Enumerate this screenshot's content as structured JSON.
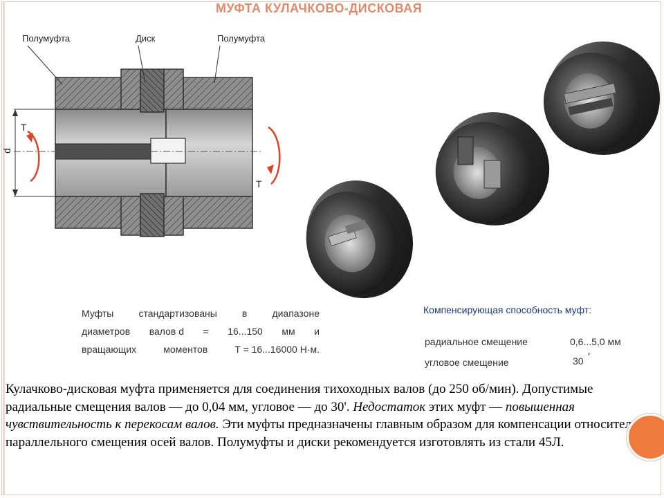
{
  "slide": {
    "title": "МУФТА КУЛАЧКОВО-ДИСКОВАЯ"
  },
  "diagram": {
    "labels": {
      "half_left": "Полумуфта",
      "disk": "Диск",
      "half_right": "Полумуфта",
      "torque_left": "T",
      "torque_right": "T",
      "diameter": "d"
    },
    "colors": {
      "hatch_fill": "#8e8e8e",
      "bore_fill": "#b8b8b8",
      "arrow_red": "#d9442b",
      "disk_dark": "#6e6e6e"
    }
  },
  "specs": {
    "left": {
      "line1": [
        "Муфты",
        "стандартизованы",
        "в",
        "диапазоне"
      ],
      "line2": [
        "диаметров",
        "валов d",
        "=",
        "16...150",
        "мм",
        "и"
      ],
      "line3": [
        "вращающих",
        "моментов",
        "T = 16...16000 Н·м."
      ]
    },
    "right": {
      "title": "Компенсирующая способность муфт:",
      "radial_label": "радиальное смещение",
      "radial_value": "0,6...5,0 мм",
      "angular_label": "угловое смещение",
      "angular_value": "30",
      "angular_mark": "′"
    }
  },
  "body": {
    "part1": " Кулачково-дисковая муфта применяется для соединения тихоходных валов (до 250 об/мин). Допустимые радиальные смещения валов — до 0,04 мм, угловое — до 30'. ",
    "em1": "Недостаток",
    "part2": " этих муфт — ",
    "em2": "повышенная чувствительность к перекосам валов.",
    "part3": " Эти муфты предназначены главным образом для компенсации относительно параллельного   смещения  осей валов. Полумуфты и диски рекомендуется изготовлять из стали 45Л."
  },
  "decor": {
    "accent_circle": "#f07a3c"
  }
}
